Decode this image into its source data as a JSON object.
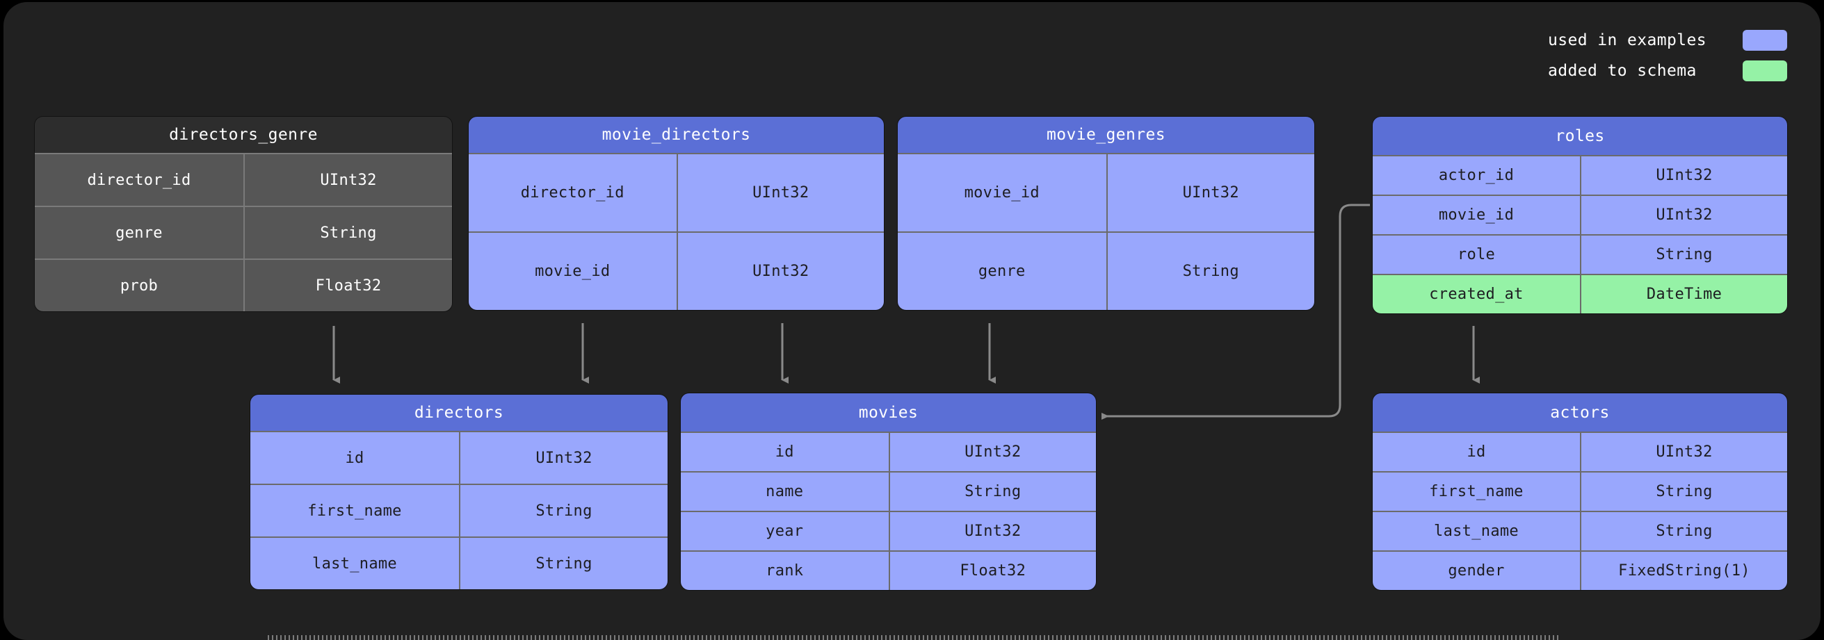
{
  "legend": {
    "items": [
      {
        "label": "used in examples",
        "color": "#99a7fd"
      },
      {
        "label": "added to schema",
        "color": "#95f2a6"
      }
    ]
  },
  "colors": {
    "canvas_background": "#212121",
    "page_background": "#000000",
    "blue_header": "#5b6fd6",
    "blue_body": "#99a7fd",
    "green_added": "#95f2a6",
    "gray_header": "#2d2d2d",
    "gray_body": "#565656",
    "connector": "#8a8a8a"
  },
  "tables": [
    {
      "id": "directors_genre",
      "title": "directors_genre",
      "theme": "gray",
      "columns": [
        {
          "name": "director_id",
          "type": "UInt32",
          "state": "normal"
        },
        {
          "name": "genre",
          "type": "String",
          "state": "normal"
        },
        {
          "name": "prob",
          "type": "Float32",
          "state": "normal"
        }
      ]
    },
    {
      "id": "movie_directors",
      "title": "movie_directors",
      "theme": "blue",
      "columns": [
        {
          "name": "director_id",
          "type": "UInt32",
          "state": "normal"
        },
        {
          "name": "movie_id",
          "type": "UInt32",
          "state": "normal"
        }
      ]
    },
    {
      "id": "movie_genres",
      "title": "movie_genres",
      "theme": "blue",
      "columns": [
        {
          "name": "movie_id",
          "type": "UInt32",
          "state": "normal"
        },
        {
          "name": "genre",
          "type": "String",
          "state": "normal"
        }
      ]
    },
    {
      "id": "roles",
      "title": "roles",
      "theme": "blue",
      "columns": [
        {
          "name": "actor_id",
          "type": "UInt32",
          "state": "normal"
        },
        {
          "name": "movie_id",
          "type": "UInt32",
          "state": "normal"
        },
        {
          "name": "role",
          "type": "String",
          "state": "normal"
        },
        {
          "name": "created_at",
          "type": "DateTime",
          "state": "added"
        }
      ]
    },
    {
      "id": "directors",
      "title": "directors",
      "theme": "blue",
      "columns": [
        {
          "name": "id",
          "type": "UInt32",
          "state": "normal"
        },
        {
          "name": "first_name",
          "type": "String",
          "state": "normal"
        },
        {
          "name": "last_name",
          "type": "String",
          "state": "normal"
        }
      ]
    },
    {
      "id": "movies",
      "title": "movies",
      "theme": "blue",
      "columns": [
        {
          "name": "id",
          "type": "UInt32",
          "state": "normal"
        },
        {
          "name": "name",
          "type": "String",
          "state": "normal"
        },
        {
          "name": "year",
          "type": "UInt32",
          "state": "normal"
        },
        {
          "name": "rank",
          "type": "Float32",
          "state": "normal"
        }
      ]
    },
    {
      "id": "actors",
      "title": "actors",
      "theme": "blue",
      "columns": [
        {
          "name": "id",
          "type": "UInt32",
          "state": "normal"
        },
        {
          "name": "first_name",
          "type": "String",
          "state": "normal"
        },
        {
          "name": "last_name",
          "type": "String",
          "state": "normal"
        },
        {
          "name": "gender",
          "type": "FixedString(1)",
          "state": "normal"
        }
      ]
    }
  ],
  "relations": [
    {
      "from": "directors_genre",
      "to": "directors"
    },
    {
      "from": "movie_directors",
      "to": "directors"
    },
    {
      "from": "movie_directors",
      "to": "movies"
    },
    {
      "from": "movie_genres",
      "to": "movies"
    },
    {
      "from": "roles",
      "to": "movies"
    },
    {
      "from": "roles",
      "to": "actors"
    }
  ]
}
